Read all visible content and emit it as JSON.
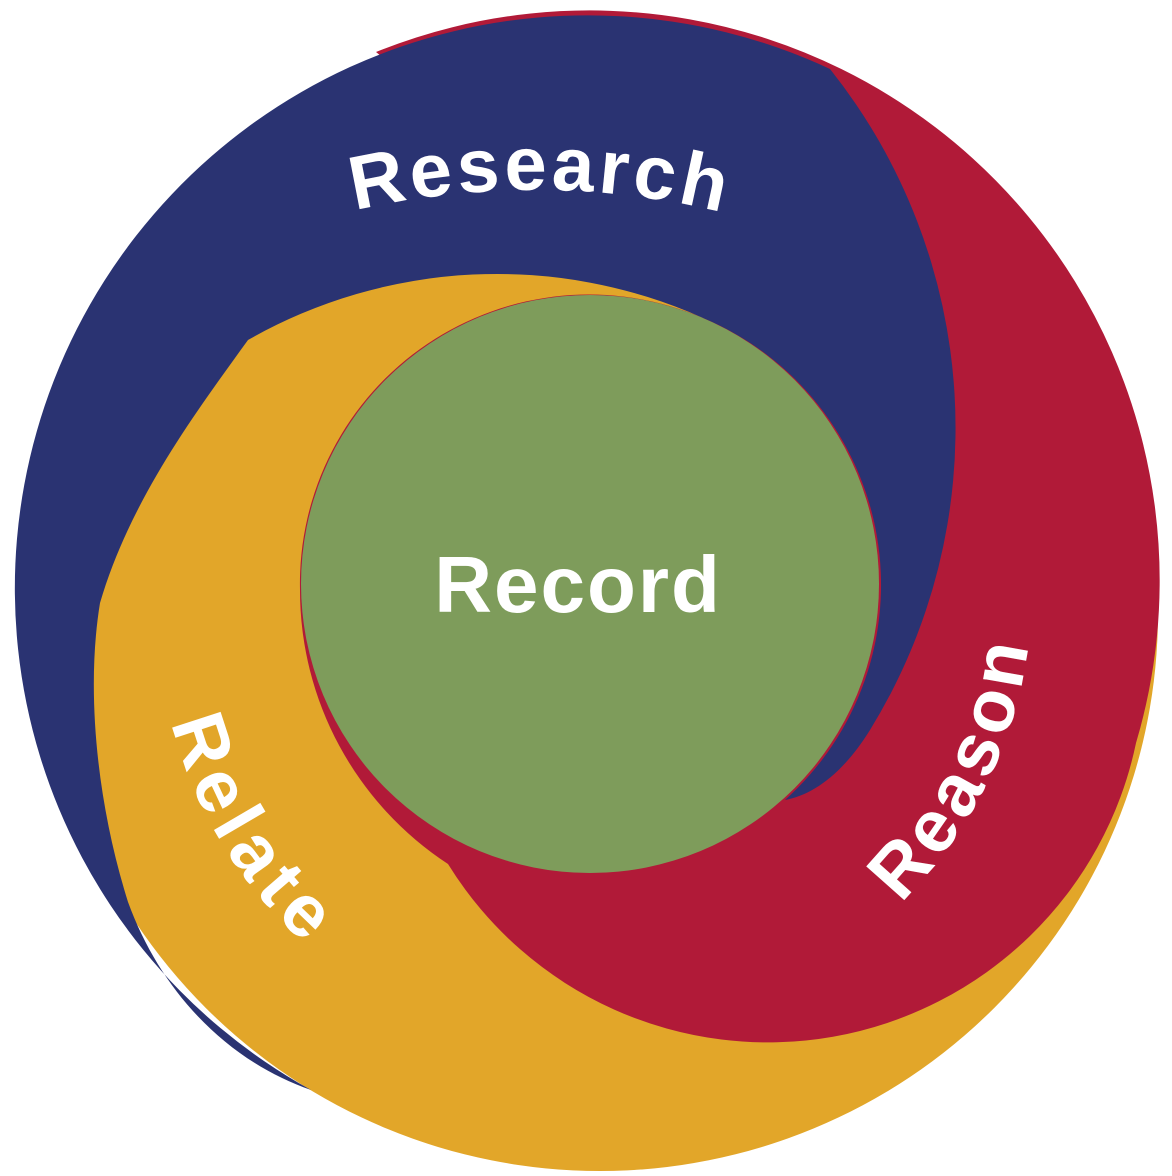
{
  "diagram": {
    "type": "swirl-cycle",
    "description": "Four R's swirl diagram: three interlocking comma-shaped rings around a central circle",
    "segments": [
      {
        "label": "Research",
        "position": "top",
        "color_key": "navy"
      },
      {
        "label": "Reason",
        "position": "right",
        "color_key": "red"
      },
      {
        "label": "Relate",
        "position": "bottom-left",
        "color_key": "yellow"
      },
      {
        "label": "Record",
        "position": "center",
        "color_key": "green"
      }
    ]
  },
  "labels": {
    "top": "Research",
    "right": "Reason",
    "left": "Relate",
    "center": "Record"
  },
  "colors": {
    "background": "#ffffff",
    "navy": "#2A3372",
    "red": "#B11A38",
    "yellow": "#E2A629",
    "green": "#7E9C5B",
    "label_text": "#ffffff"
  }
}
